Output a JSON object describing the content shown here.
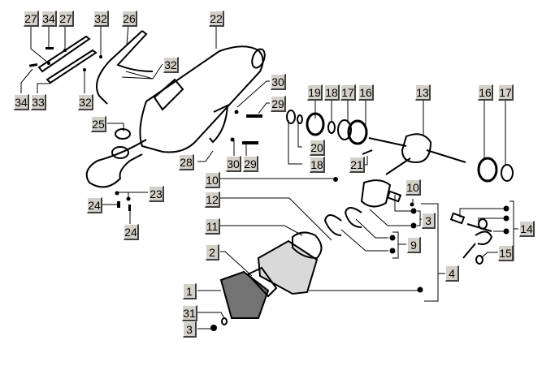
{
  "diagram": {
    "type": "exploded-parts-view",
    "subject": "scooter engine cylinder, piston, crankshaft and exhaust assembly",
    "callouts": [
      {
        "id": "c27a",
        "label": "27"
      },
      {
        "id": "c34a",
        "label": "34"
      },
      {
        "id": "c27b",
        "label": "27"
      },
      {
        "id": "c32a",
        "label": "32"
      },
      {
        "id": "c26",
        "label": "26"
      },
      {
        "id": "c22",
        "label": "22"
      },
      {
        "id": "c32b",
        "label": "32"
      },
      {
        "id": "c34b",
        "label": "34"
      },
      {
        "id": "c33",
        "label": "33"
      },
      {
        "id": "c32c",
        "label": "32"
      },
      {
        "id": "c30a",
        "label": "30"
      },
      {
        "id": "c29a",
        "label": "29"
      },
      {
        "id": "c19",
        "label": "19"
      },
      {
        "id": "c18a",
        "label": "18"
      },
      {
        "id": "c17a",
        "label": "17"
      },
      {
        "id": "c16a",
        "label": "16"
      },
      {
        "id": "c13",
        "label": "13"
      },
      {
        "id": "c16b",
        "label": "16"
      },
      {
        "id": "c17b",
        "label": "17"
      },
      {
        "id": "c25",
        "label": "25"
      },
      {
        "id": "c20",
        "label": "20"
      },
      {
        "id": "c28",
        "label": "28"
      },
      {
        "id": "c30b",
        "label": "30"
      },
      {
        "id": "c29b",
        "label": "29"
      },
      {
        "id": "c18b",
        "label": "18"
      },
      {
        "id": "c21",
        "label": "21"
      },
      {
        "id": "c10a",
        "label": "10"
      },
      {
        "id": "c10b",
        "label": "10"
      },
      {
        "id": "c12",
        "label": "12"
      },
      {
        "id": "c23",
        "label": "23"
      },
      {
        "id": "c24a",
        "label": "24"
      },
      {
        "id": "c24b",
        "label": "24"
      },
      {
        "id": "c3a",
        "label": "3"
      },
      {
        "id": "c14",
        "label": "14"
      },
      {
        "id": "c11",
        "label": "11"
      },
      {
        "id": "c9",
        "label": "9"
      },
      {
        "id": "c2",
        "label": "2"
      },
      {
        "id": "c15",
        "label": "15"
      },
      {
        "id": "c4",
        "label": "4"
      },
      {
        "id": "c1",
        "label": "1"
      },
      {
        "id": "c31",
        "label": "31"
      },
      {
        "id": "c3b",
        "label": "3"
      }
    ],
    "colors": {
      "callout_bg": "#d4d0c8",
      "ink": "#000000",
      "background": "#ffffff"
    }
  }
}
